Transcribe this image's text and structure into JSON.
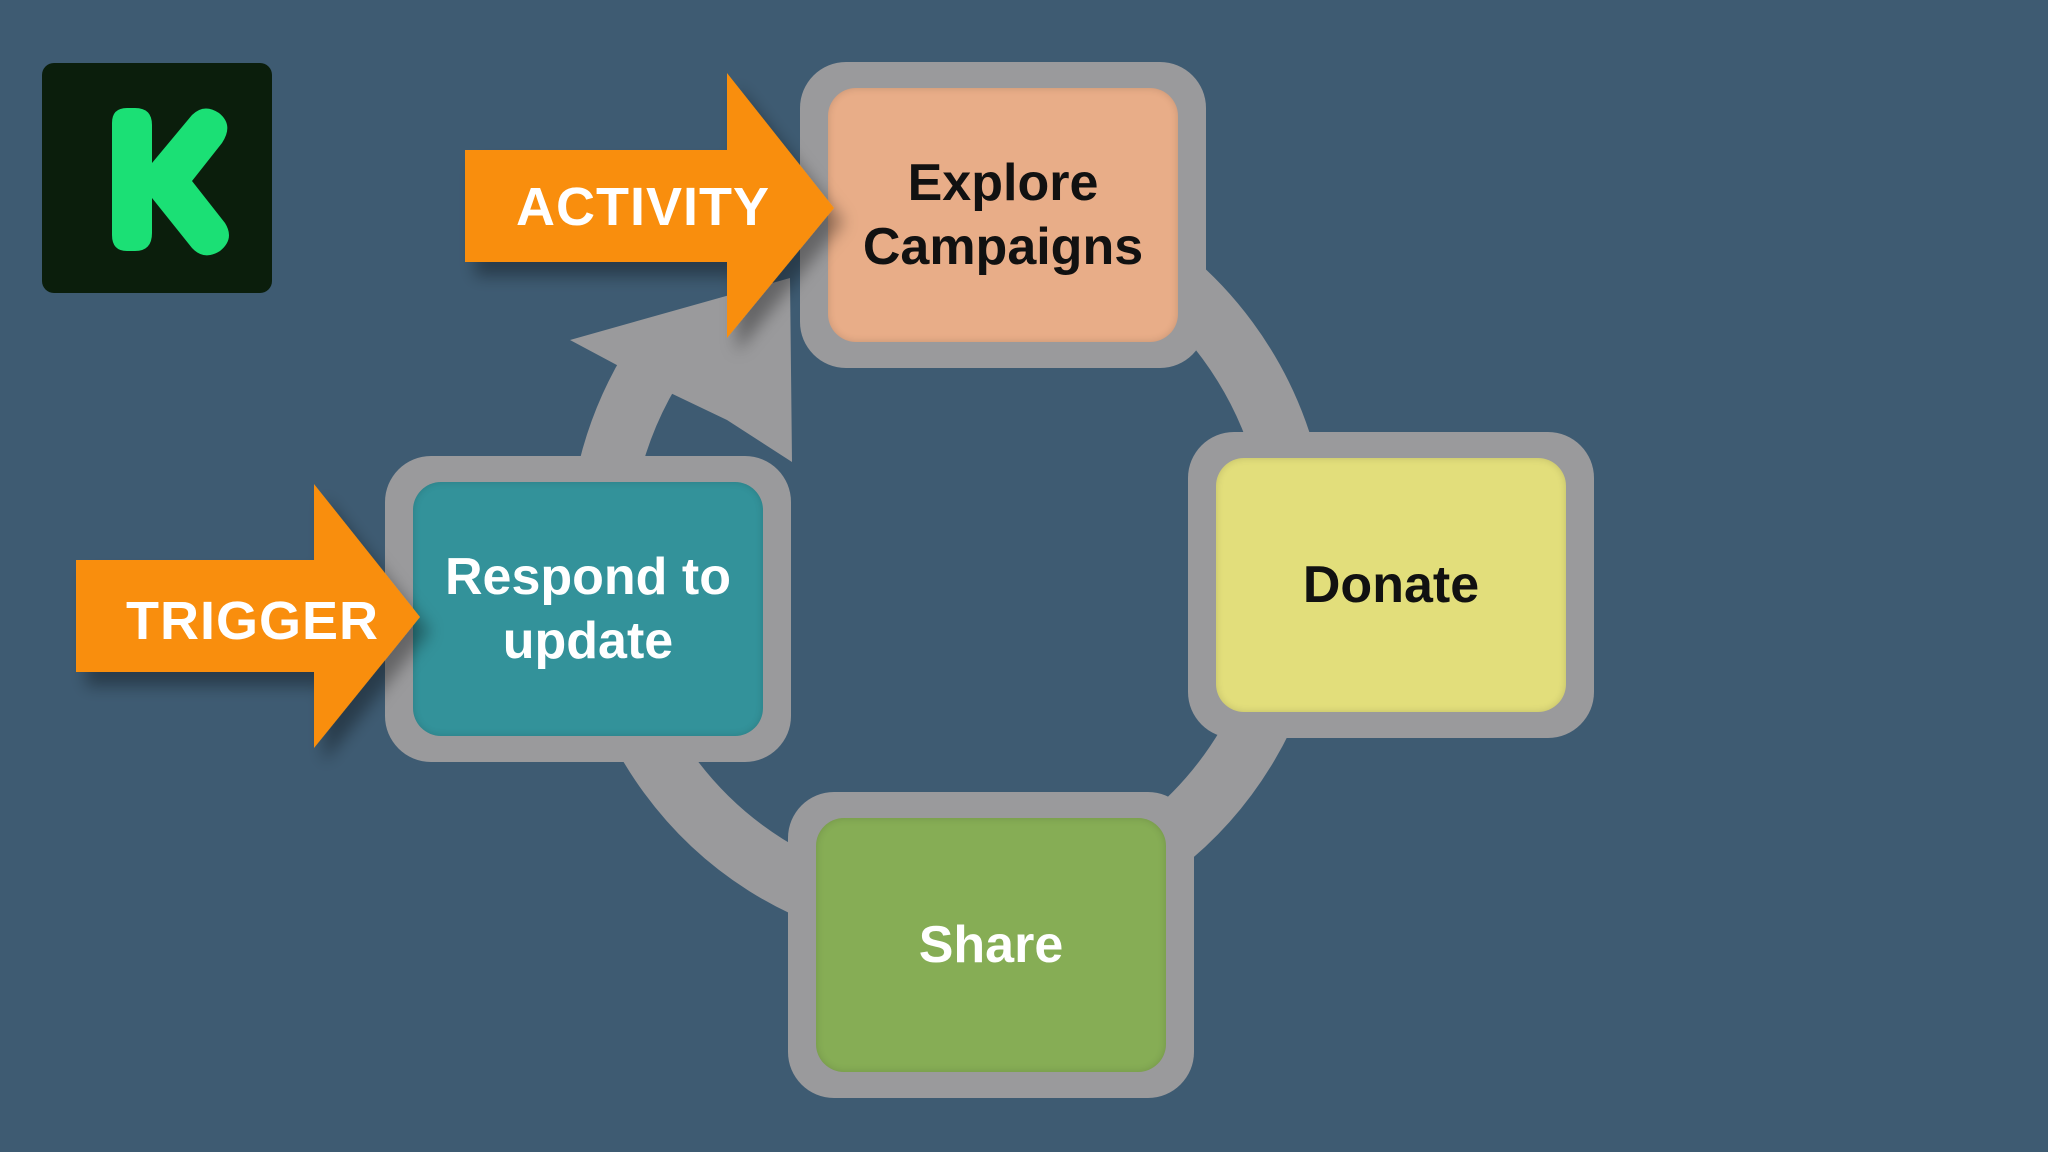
{
  "logo": {
    "letter": "K",
    "color": "#1be075",
    "background": "#0b1e0c"
  },
  "cycle": {
    "nodes": [
      {
        "id": "explore",
        "label": "Explore Campaigns",
        "fill": "#e8ad88",
        "text_color": "#111111"
      },
      {
        "id": "donate",
        "label": "Donate",
        "fill": "#e2de7b",
        "text_color": "#111111"
      },
      {
        "id": "share",
        "label": "Share",
        "fill": "#86ad55",
        "text_color": "#ffffff"
      },
      {
        "id": "respond",
        "label": "Respond to update",
        "fill": "#33929a",
        "text_color": "#ffffff"
      }
    ],
    "ring_color": "#9a9a9c"
  },
  "callouts": {
    "activity": {
      "label": "ACTIVITY",
      "color": "#f98e0a"
    },
    "trigger": {
      "label": "TRIGGER",
      "color": "#f98e0a"
    }
  },
  "background": "#3e5b72"
}
